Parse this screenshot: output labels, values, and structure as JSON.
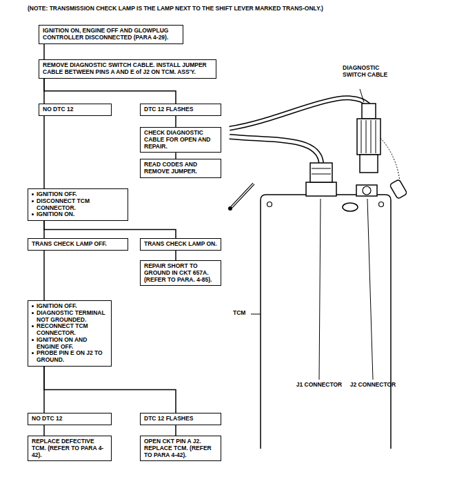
{
  "diagram": {
    "nodes": [
      {
        "text": [
          "IGNITION ON, ENGINE OFF AND GLOWPLUG CONTROLLER DISCONNECTED (PARA 4-29)."
        ]
      },
      {
        "text": [
          "REMOVE DIAGNOSTIC SWITCH CABLE. INSTALL JUMPER CABLE BETWEEN PINS A AND E of J2 ON TCM. ASS'Y."
        ]
      },
      {
        "text": [
          "NO DTC 12"
        ]
      },
      {
        "text": [
          "DTC 12 FLASHES"
        ]
      },
      {
        "text": [
          "CHECK DIAGNOSTIC CABLE FOR OPEN AND REPAIR."
        ]
      },
      {
        "text": [
          "READ CODES AND REMOVE JUMPER."
        ]
      },
      {
        "text": [
          "IGNITION OFF.",
          "DISCONNECT TCM CONNECTOR.",
          "IGNITION ON."
        ]
      },
      {
        "text": [
          "TRANS CHECK LAMP OFF."
        ]
      },
      {
        "text": [
          "TRANS CHECK LAMP ON."
        ]
      },
      {
        "text": [
          "REPAIR SHORT TO GROUND IN CKT 657A. (REFER TO PARA. 4-85)."
        ]
      },
      {
        "text": [
          "IGNITION OFF.",
          "DIAGNOSTIC TERMINAL NOT GROUNDED.",
          "RECONNECT TCM CONNECTOR.",
          "IGNITION ON AND ENGINE OFF.",
          "PROBE PIN E ON J2 TO GROUND."
        ]
      },
      {
        "text": [
          "NO DTC 12"
        ]
      },
      {
        "text": [
          "DTC 12 FLASHES"
        ]
      },
      {
        "text": [
          "REPLACE DEFECTIVE TCM. (REFER TO PARA 4-42)."
        ]
      },
      {
        "text": [
          "OPEN CKT PIN A J2. REPLACE TCM. (REFER TO PARA 4-42)."
        ]
      }
    ],
    "edges": [
      {
        "from": 0,
        "to": 1,
        "arrow": "none"
      },
      {
        "from": 1,
        "to": 2,
        "arrow": "none"
      },
      {
        "from": 1,
        "to": 3,
        "arrow": "none"
      },
      {
        "from": 3,
        "to": 4,
        "arrow": "none"
      },
      {
        "from": 4,
        "to": 5,
        "arrow": "none"
      },
      {
        "from": 2,
        "to": 6,
        "arrow": "none"
      },
      {
        "from": 6,
        "to": 7,
        "arrow": "none"
      },
      {
        "from": 6,
        "to": 8,
        "arrow": "none"
      },
      {
        "from": 8,
        "to": 9,
        "arrow": "none"
      },
      {
        "from": 7,
        "to": 10,
        "arrow": "none"
      },
      {
        "from": 10,
        "to": 11,
        "arrow": "none"
      },
      {
        "from": 10,
        "to": 12,
        "arrow": "none"
      },
      {
        "from": 11,
        "to": 13,
        "arrow": "none"
      },
      {
        "from": 12,
        "to": 14,
        "arrow": "none"
      }
    ],
    "labels": [
      "(NOTE: TRANSMISSION CHECK LAMP IS THE LAMP NEXT TO THE SHIFT LEVER MARKED TRANS-ONLY.)",
      "DIAGNOSTIC SWITCH CABLE",
      "TCM",
      "J1 CONNECTOR",
      "J2 CONNECTOR"
    ]
  }
}
